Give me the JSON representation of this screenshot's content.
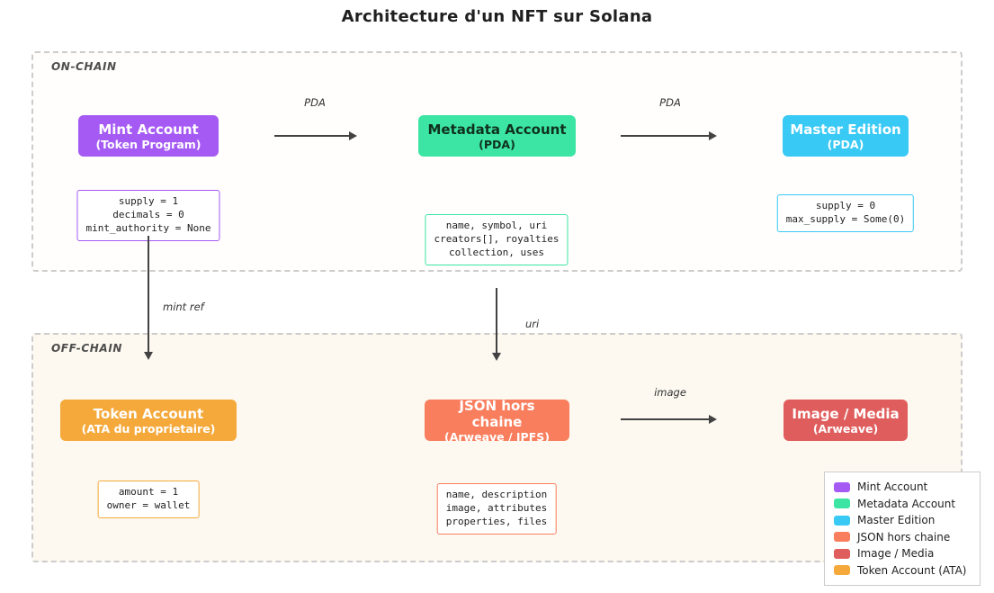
{
  "title": "Architecture d'un NFT sur Solana",
  "regions": {
    "on_chain": {
      "label": "ON-CHAIN"
    },
    "off_chain": {
      "label": "OFF-CHAIN"
    }
  },
  "nodes": {
    "mint": {
      "title": "Mint Account",
      "subtitle": "(Token Program)",
      "details": "supply = 1\ndecimals = 0\nmint_authority = None",
      "color": "#a55af4",
      "text_color": "#ffffff"
    },
    "metadata": {
      "title": "Metadata Account",
      "subtitle": "(PDA)",
      "details": "name, symbol, uri\ncreators[], royalties\ncollection, uses",
      "color": "#3ce5a4",
      "text_color": "#10301f"
    },
    "master": {
      "title": "Master Edition",
      "subtitle": "(PDA)",
      "details": "supply = 0\nmax_supply = Some(0)",
      "color": "#38c9f5",
      "text_color": "#ffffff"
    },
    "token": {
      "title": "Token Account",
      "subtitle": "(ATA du proprietaire)",
      "details": "amount = 1\nowner = wallet",
      "color": "#f5a93b",
      "text_color": "#ffffff"
    },
    "json": {
      "title": "JSON hors chaine",
      "subtitle": "(Arweave / IPFS)",
      "details": "name, description\nimage, attributes\nproperties, files",
      "color": "#f97e5d",
      "text_color": "#ffffff"
    },
    "image": {
      "title": "Image / Media",
      "subtitle": "(Arweave)",
      "color": "#e05d5d",
      "text_color": "#ffffff"
    }
  },
  "edges": {
    "mint_to_metadata": "PDA",
    "metadata_to_master": "PDA",
    "mint_to_token": "mint ref",
    "metadata_to_json": "uri",
    "json_to_image": "image"
  },
  "legend": {
    "items": [
      {
        "label": "Mint Account",
        "color": "#a55af4"
      },
      {
        "label": "Metadata Account",
        "color": "#3ce5a4"
      },
      {
        "label": "Master Edition",
        "color": "#38c9f5"
      },
      {
        "label": "JSON hors chaine",
        "color": "#f97e5d"
      },
      {
        "label": "Image / Media",
        "color": "#e05d5d"
      },
      {
        "label": "Token Account (ATA)",
        "color": "#f5a93b"
      }
    ]
  }
}
